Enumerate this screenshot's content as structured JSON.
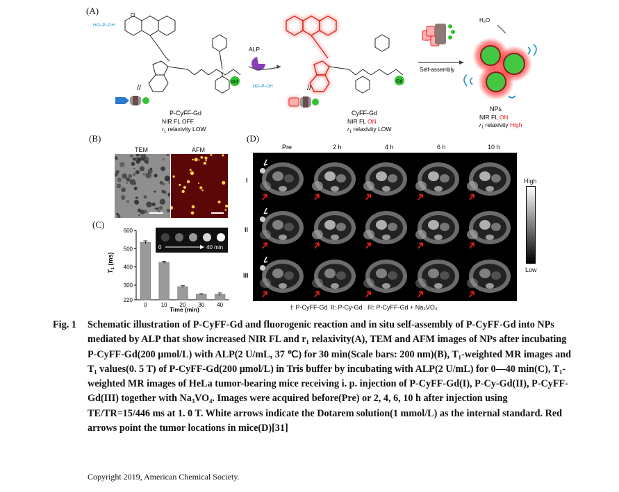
{
  "panelA": {
    "label": "(A)",
    "reactant": {
      "name": "P-CyFF-Gd",
      "fl_prefix": "NIR FL",
      "fl_state": "OFF",
      "relax_prefix": "r",
      "relax_sub": "1",
      "relax_suffix": " relaxivity",
      "relax_state": "LOW"
    },
    "enzyme": "ALP",
    "product": {
      "name": "CyFF-Gd",
      "fl_prefix": "NIR FL",
      "fl_state": "ON",
      "relax_prefix": "r",
      "relax_sub": "1",
      "relax_suffix": " relaxivity",
      "relax_state": "LOW"
    },
    "self_assembly": "Self-assembly",
    "nps": {
      "name": "NPs",
      "fl_prefix": "NIR FL",
      "fl_state": "ON",
      "relax_prefix": "r",
      "relax_sub": "1",
      "relax_suffix": " relaxivity",
      "relax_state": "High"
    },
    "water": "H₂O",
    "gd": "Gd",
    "cl": "Cl",
    "phosphate": "HO–P–OH",
    "phosphate_o": "O",
    "phosphate_ho": "HO",
    "double_slash": "//",
    "colors": {
      "red": "#e0201b",
      "blue": "#1a8fd0",
      "green": "#34c234",
      "purple": "#8a3fb8"
    }
  },
  "panelB": {
    "label": "(B)",
    "tem": "TEM",
    "afm": "AFM"
  },
  "panelC": {
    "label": "(C)",
    "ylabel_base": "T",
    "ylabel_sub": "1",
    "ylabel_unit": " (ms)",
    "xlabel": "Time (min)",
    "inset_start": "0",
    "inset_end": "40 min"
  },
  "panelD": {
    "label": "(D)",
    "columns": [
      "Pre",
      "2 h",
      "4 h",
      "6 h",
      "10 h"
    ],
    "rows": [
      "I",
      "II",
      "III"
    ],
    "scale_high": "High",
    "scale_low": "Low",
    "legend": "I: P-CyFF-Gd  II: P-Cy-Gd   III: P-CyFF-Gd + Na₃VO₄"
  },
  "caption": {
    "fig_no": "Fig. 1",
    "text": "Schematic illustration of P-CyFF-Gd and fluorogenic reaction and in situ self-assembly of P-CyFF-Gd into NPs mediated by ALP that show increased NIR FL and r₁ relaxivity(A), TEM and AFM images of NPs after incubating P-CyFF-Gd(200 μmol/L) with ALP(2 U/mL, 37 ℃) for 30 min(Scale bars: 200 nm)(B), T₁-weighted MR images and T₁ values(0. 5 T) of P-CyFF-Gd(200 μmol/L) in Tris buffer by incubating with ALP(2 U/mL) for 0—40 min(C), T₁-weighted MR images of HeLa tumor-bearing mice receiving i. p. injection of P-CyFF-Gd(I), P-Cy-Gd(II), P-CyFF-Gd(III) together with Na₃VO₄. Images were acquired before(Pre) or 2, 4, 6, 10 h after injection using TE/TR=15/446 ms at 1. 0 T. White arrows indicate the Dotarem solution(1 mmol/L) as the internal standard. Red arrows point the tumor locations in mice(D)[31]"
  },
  "copyright": "Copyright 2019, American Chemical Society.",
  "chart_data": {
    "type": "bar",
    "categories": [
      "0",
      "10",
      "20",
      "30",
      "40"
    ],
    "values": [
      535,
      425,
      292,
      250,
      250
    ],
    "errors": [
      8,
      6,
      5,
      4,
      8
    ],
    "xlabel": "Time (min)",
    "ylabel": "T1 (ms)",
    "ylim": [
      220,
      600
    ],
    "yticks": [
      220,
      300,
      400,
      500,
      600
    ],
    "inset_gray_levels": [
      0.25,
      0.42,
      0.6,
      0.85,
      1.0
    ]
  }
}
